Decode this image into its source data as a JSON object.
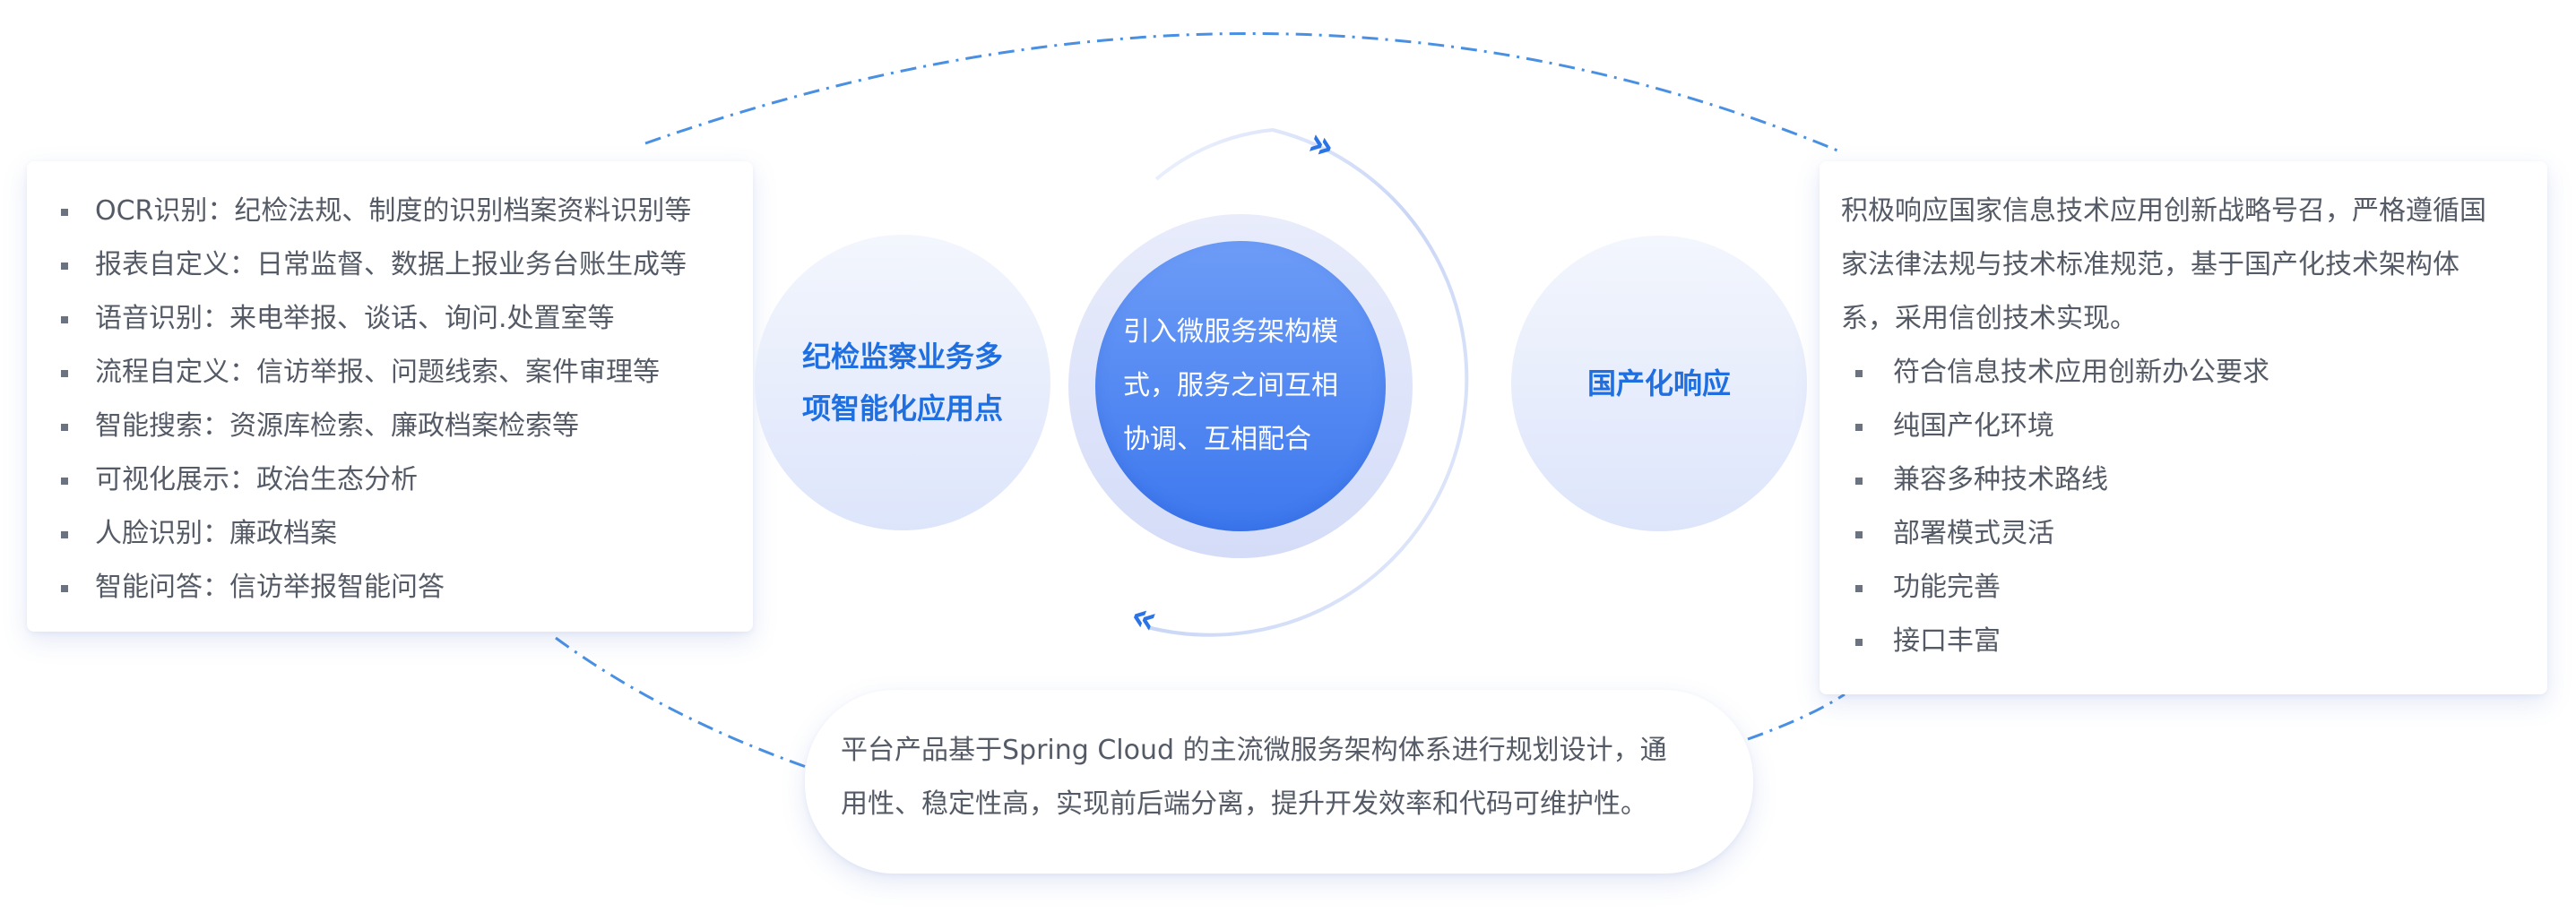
{
  "left_card": {
    "items": [
      "OCR识别：纪检法规、制度的识别档案资料识别等",
      "报表自定义：日常监督、数据上报业务台账生成等",
      "语音识别：来电举报、谈话、询问.处置室等",
      "流程自定义：信访举报、问题线索、案件审理等",
      "智能搜索：资源库检索、廉政档案检索等",
      "可视化展示：政治生态分析",
      "人脸识别：廉政档案",
      "智能问答：信访举报智能问答"
    ]
  },
  "circle_left": {
    "line1": "纪检监察业务多",
    "line2": "项智能化应用点"
  },
  "center": {
    "line1": "引入微服务架构模",
    "line2": "式，服务之间互相",
    "line3": "协调、互相配合"
  },
  "circle_right": {
    "label": "国产化响应"
  },
  "right_card": {
    "intro_line1": "积极响应国家信息技术应用创新战略号召，严格遵循国",
    "intro_line2": "家法律法规与技术标准规范，基于国产化技术架构体",
    "intro_line3": "系，采用信创技术实现。",
    "items": [
      "符合信息技术应用创新办公要求",
      "纯国产化环境",
      "兼容多种技术路线",
      "部署模式灵活",
      "功能完善",
      "接口丰富"
    ]
  },
  "bottom_card": {
    "line1": "平台产品基于Spring Cloud 的主流微服务架构体系进行规划设计，通",
    "line2": "用性、稳定性高，实现前后端分离，提升开发效率和代码可维护性。"
  },
  "icons": {
    "arrow_top": "»",
    "arrow_bottom": "«",
    "bullet": "square-bullet-icon"
  },
  "colors": {
    "accent": "#1f6fe0",
    "core_top": "#6d9cf7",
    "core_bottom": "#3d78ee",
    "dash": "#4a90e2",
    "text": "#555b66"
  }
}
